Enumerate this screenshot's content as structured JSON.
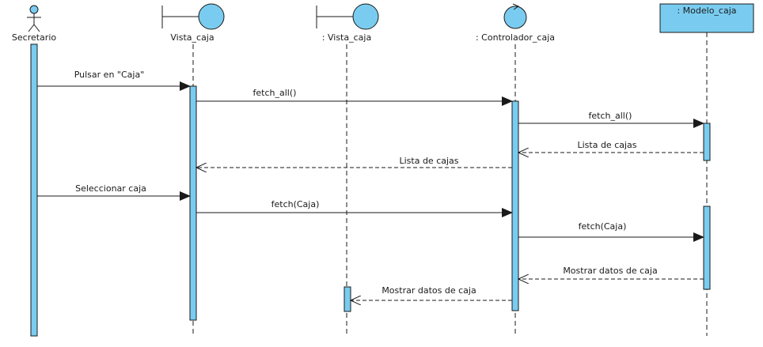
{
  "colors": {
    "fill": "#79CCF0",
    "stroke": "#1a1a1a",
    "background": "#ffffff"
  },
  "participants": [
    {
      "id": "secretario",
      "kind": "actor",
      "label": "Secretario"
    },
    {
      "id": "vista1",
      "kind": "boundary",
      "label": "Vista_caja"
    },
    {
      "id": "vista2",
      "kind": "boundary",
      "label": ": Vista_caja"
    },
    {
      "id": "controlador",
      "kind": "control",
      "label": ": Controlador_caja"
    },
    {
      "id": "modelo",
      "kind": "entity-box",
      "label": ": Modelo_caja"
    }
  ],
  "messages": [
    {
      "from": "secretario",
      "to": "vista1",
      "label": "Pulsar en \"Caja\"",
      "type": "sync"
    },
    {
      "from": "vista1",
      "to": "controlador",
      "label": "fetch_all()",
      "type": "sync"
    },
    {
      "from": "controlador",
      "to": "modelo",
      "label": "fetch_all()",
      "type": "sync"
    },
    {
      "from": "modelo",
      "to": "controlador",
      "label": "Lista de cajas",
      "type": "return"
    },
    {
      "from": "controlador",
      "to": "vista1",
      "label": "Lista de cajas",
      "type": "return"
    },
    {
      "from": "secretario",
      "to": "vista1",
      "label": "Seleccionar caja",
      "type": "sync"
    },
    {
      "from": "vista1",
      "to": "controlador",
      "label": "fetch(Caja)",
      "type": "sync"
    },
    {
      "from": "controlador",
      "to": "modelo",
      "label": "fetch(Caja)",
      "type": "sync"
    },
    {
      "from": "modelo",
      "to": "controlador",
      "label": "Mostrar datos de caja",
      "type": "return"
    },
    {
      "from": "controlador",
      "to": "vista2",
      "label": "Mostrar datos de caja",
      "type": "return"
    }
  ]
}
